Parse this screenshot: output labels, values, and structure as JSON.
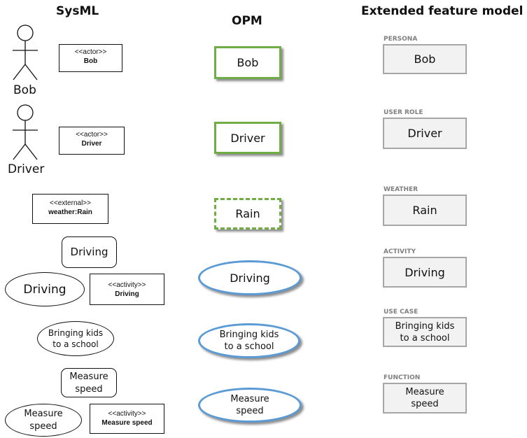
{
  "columns": {
    "sysml": "SysML",
    "opm": "OPM",
    "feature_model": "Extended feature model"
  },
  "sysml": {
    "actor_bob_name": "Bob",
    "actor_bob_stereotype": "<<actor>>",
    "actor_bob_label": "Bob",
    "actor_driver_name": "Driver",
    "actor_driver_stereotype": "<<actor>>",
    "actor_driver_label": "Driver",
    "external_stereotype": "<<external>>",
    "external_label": "weather:Rain",
    "driving_rect": "Driving",
    "driving_ellipse": "Driving",
    "driving_activity_stereotype": "<<activity>>",
    "driving_activity_label": "Driving",
    "usecase_line1": "Bringing kids",
    "usecase_line2": "to a school",
    "measure_rect_line1": "Measure",
    "measure_rect_line2": "speed",
    "measure_ellipse_line1": "Measure",
    "measure_ellipse_line2": "speed",
    "measure_activity_stereotype": "<<activity>>",
    "measure_activity_label": "Measure speed"
  },
  "opm": {
    "bob": "Bob",
    "driver": "Driver",
    "rain": "Rain",
    "driving": "Driving",
    "usecase_line1": "Bringing kids",
    "usecase_line2": "to a school",
    "measure_line1": "Measure",
    "measure_line2": "speed"
  },
  "feature_model": {
    "persona_tag": "PERSONA",
    "persona_value": "Bob",
    "user_role_tag": "USER ROLE",
    "user_role_value": "Driver",
    "weather_tag": "WEATHER",
    "weather_value": "Rain",
    "activity_tag": "ACTIVITY",
    "activity_value": "Driving",
    "use_case_tag": "USE CASE",
    "use_case_line1": "Bringing kids",
    "use_case_line2": "to a school",
    "function_tag": "FUNCTION",
    "function_line1": "Measure",
    "function_line2": "speed"
  },
  "colors": {
    "opm_object_border": "#70ad47",
    "opm_process_border": "#5b9bd5",
    "feature_box_border": "#a6a6a6",
    "feature_box_fill": "#f2f2f2",
    "feature_tag_text": "#7f7f7f"
  }
}
